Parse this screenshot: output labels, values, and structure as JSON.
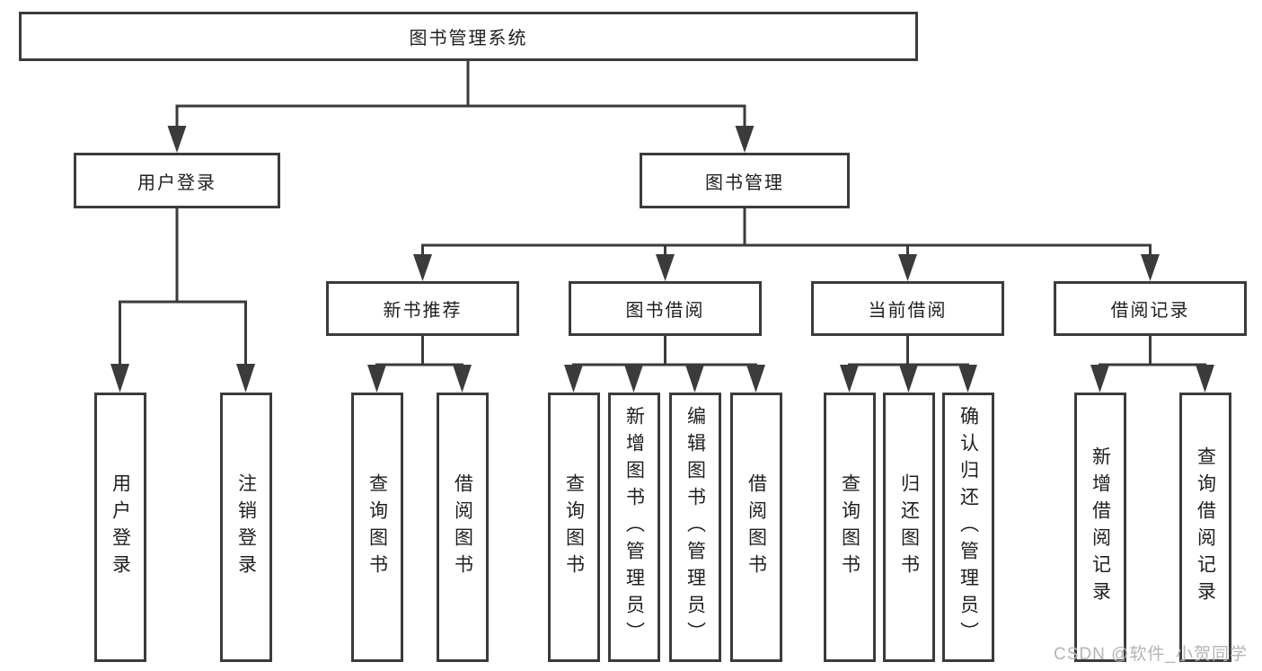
{
  "tree": {
    "root": {
      "label": "图书管理系统"
    },
    "login": {
      "label": "用户登录",
      "children": [
        {
          "label": "用户登录"
        },
        {
          "label": "注销登录"
        }
      ]
    },
    "manage": {
      "label": "图书管理"
    },
    "groups": [
      {
        "label": "新书推荐",
        "children": [
          {
            "label": "查询图书"
          },
          {
            "label": "借阅图书"
          }
        ]
      },
      {
        "label": "图书借阅",
        "children": [
          {
            "label": "查询图书"
          },
          {
            "label": "新增图书（管理员）"
          },
          {
            "label": "编辑图书（管理员）"
          },
          {
            "label": "借阅图书"
          }
        ]
      },
      {
        "label": "当前借阅",
        "children": [
          {
            "label": "查询图书"
          },
          {
            "label": "归还图书"
          },
          {
            "label": "确认归还（管理员）"
          }
        ]
      },
      {
        "label": "借阅记录",
        "children": [
          {
            "label": "新增借阅记录"
          },
          {
            "label": "查询借阅记录"
          }
        ]
      }
    ]
  },
  "watermark": "CSDN @软件_小贺同学",
  "colors": {
    "line": "#3b3b3b",
    "text": "#1f1f1f",
    "watermark": "#b4b4b4",
    "background": "#ffffff"
  }
}
